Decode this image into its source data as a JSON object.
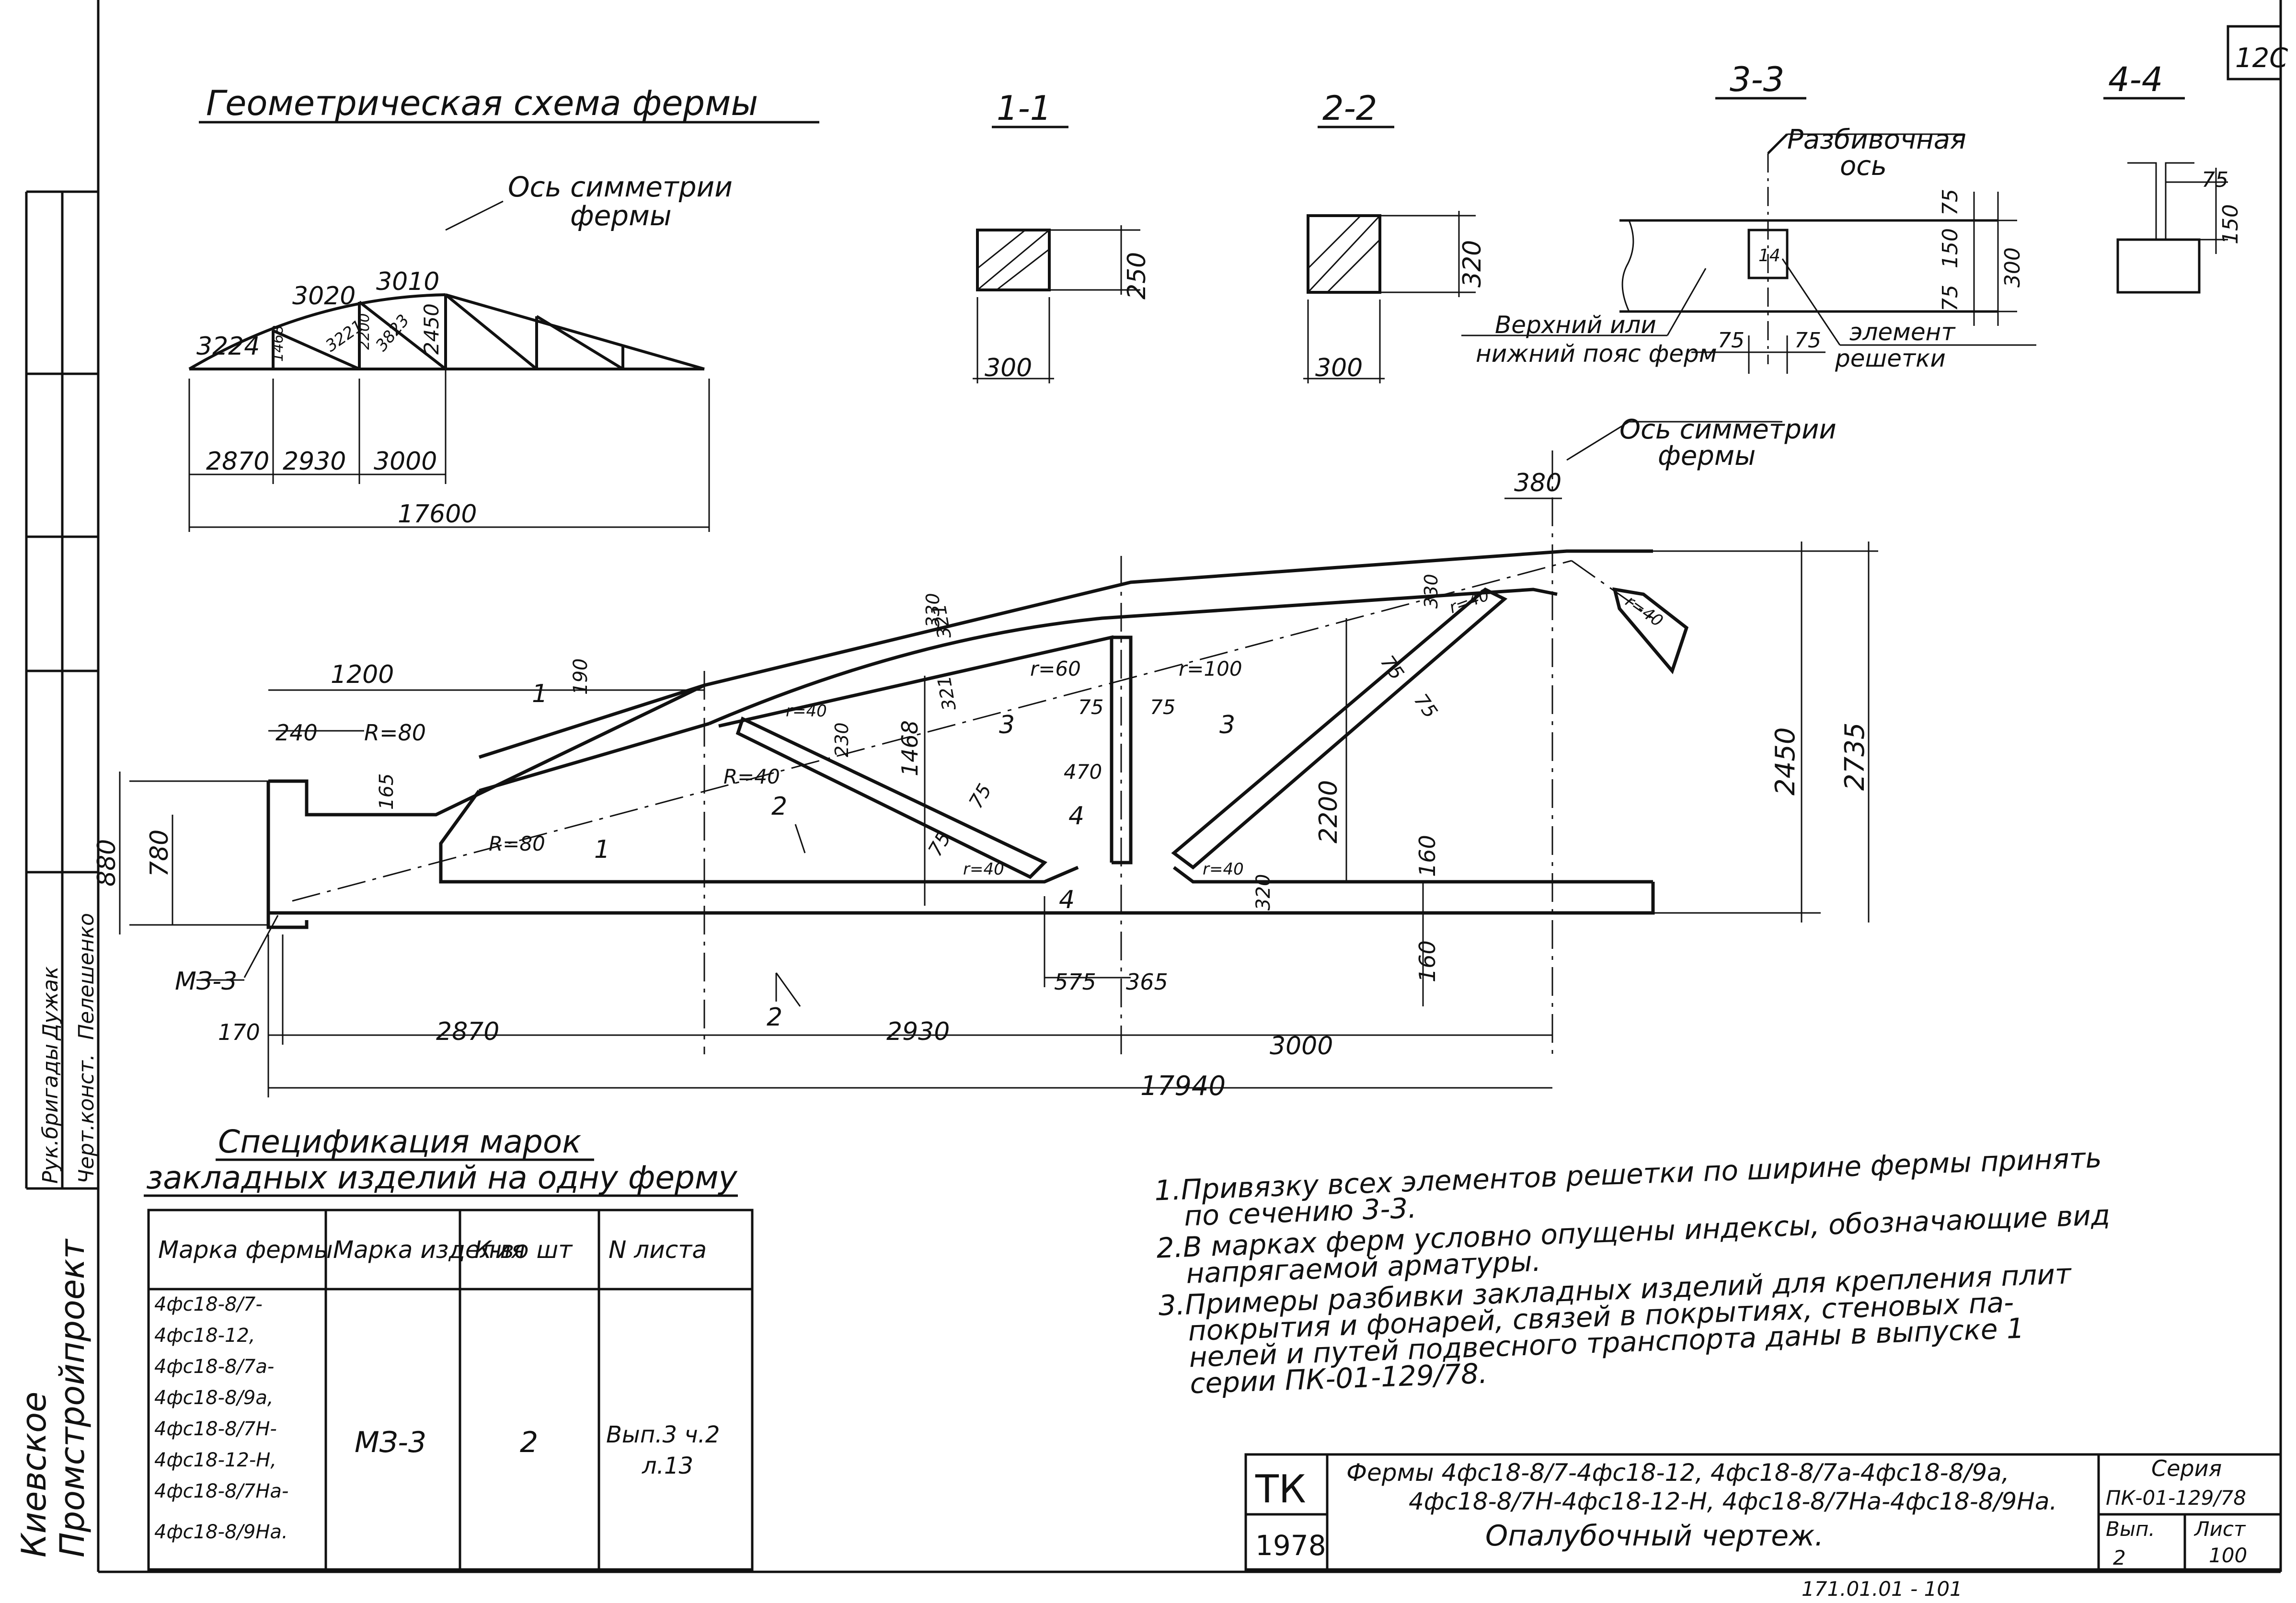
{
  "sheet": {
    "corner_number": "12C",
    "schema_title": "Геометрическая схема фермы",
    "sections": {
      "s1": "1-1",
      "s2": "2-2",
      "s3": "3-3",
      "s4": "4-4"
    }
  },
  "schema": {
    "axis_label_1": "Ось симметрии",
    "axis_label_2": "фермы",
    "chords": [
      "3224",
      "3020",
      "3010"
    ],
    "verticals": [
      "1468",
      "2200",
      "2450"
    ],
    "diagonals": [
      "3221",
      "3823"
    ],
    "panels": [
      "2870",
      "2930",
      "3000"
    ],
    "span": "17600"
  },
  "section_1": {
    "width": "300",
    "height": "250"
  },
  "section_2": {
    "width": "300",
    "height": "320"
  },
  "section_3": {
    "label_top_1": "Разбивочная",
    "label_top_2": "ось",
    "dim_75_a": "75",
    "dim_150": "150",
    "dim_75_b": "75",
    "dim_300": "300",
    "dim_75_l": "75",
    "dim_75_r": "75",
    "mark_14": "14",
    "label_left_1": "Верхний или",
    "label_left_2": "нижний пояс ферм",
    "label_right_1": "элемент",
    "label_right_2": "решетки"
  },
  "section_4": {
    "dim_75": "75",
    "dim_150": "150"
  },
  "elevation": {
    "axis_label_1": "Ось симметрии",
    "axis_label_2": "фермы",
    "dims": {
      "d380": "380",
      "d1200": "1200",
      "d240": "240",
      "r80a": "R=80",
      "d165": "165",
      "d190": "190",
      "r40": "R=40",
      "r80b": "R=80",
      "d880": "880",
      "d780": "780",
      "d170": "170",
      "d2870": "2870",
      "d2930": "2930",
      "d3000": "3000",
      "d17940": "17940",
      "d575": "575",
      "d365": "365",
      "d470": "470",
      "d75a": "75",
      "d75b": "75",
      "d1468": "1468",
      "d230": "230",
      "d2200": "2200",
      "d160a": "160",
      "d160b": "160",
      "d320": "320",
      "d2450": "2450",
      "d2735": "2735",
      "d330a": "330",
      "d330b": "330",
      "d321a": "321",
      "d321b": "321",
      "d75c": "75",
      "d75d": "75",
      "d75e": "75",
      "d75f": "75",
      "r60": "r=60",
      "r100": "r=100",
      "r40a": "r=40",
      "r40b": "r=40",
      "r40c": "r=40",
      "r40d": "r=40",
      "r40e": "r=40"
    },
    "marks": {
      "m1a": "1",
      "m1b": "1",
      "m2a": "2",
      "m2b": "2",
      "m3a": "3",
      "m3b": "3",
      "m4a": "4",
      "m4b": "4"
    },
    "embedded_label": "МЗ-3"
  },
  "spec": {
    "title_1": "Спецификация марок",
    "title_2": "закладных изделий на одну ферму",
    "headers": [
      "Марка фермы",
      "Марка изделия",
      "К-во шт",
      "N листа"
    ],
    "truss_marks": [
      "4фс18-8/7-",
      "4фс18-12,",
      "4фс18-8/7а-",
      "4фс18-8/9а,",
      "4фс18-8/7Н-",
      "4фс18-12-Н,",
      "4фс18-8/7На-",
      "4фс18-8/9На."
    ],
    "product": "МЗ-3",
    "qty": "2",
    "sheet_ref_1": "Вып.3 ч.2",
    "sheet_ref_2": "л.13"
  },
  "notes": [
    "1.Привязку всех элементов решетки по ширине фермы принять",
    "по сечению 3-3.",
    "2.В марках ферм условно опущены индексы, обозначающие вид",
    "напрягаемой арматуры.",
    "3.Примеры разбивки закладных изделий для крепления плит",
    "покрытия и фонарей, связей в покрытиях, стеновых па-",
    "нелей и путей подвесного транспорта даны в выпуске 1",
    "серии ПК-01-129/78."
  ],
  "stamp": {
    "tk": "ТК",
    "year": "1978",
    "title_1": "Фермы 4фс18-8/7-4фс18-12, 4фс18-8/7а-4фс18-8/9а,",
    "title_2": "4фс18-8/7Н-4фс18-12-Н, 4фс18-8/7На-4фс18-8/9На.",
    "title_3": "Опалубочный чертеж.",
    "series_label": "Серия",
    "series_value": "ПК-01-129/78",
    "vyp_label": "Вып.",
    "vyp_value": "2",
    "list_label": "Лист",
    "list_value": "100",
    "bottom_code": "171.01.01 - 101"
  },
  "side_block": {
    "org_1": "Промстройпроект",
    "org_2": "Киевское",
    "role_1": "Рук.бригады",
    "name_1": "Дужак",
    "role_2": "Черт.конст.",
    "name_2": "Пелешенко"
  }
}
